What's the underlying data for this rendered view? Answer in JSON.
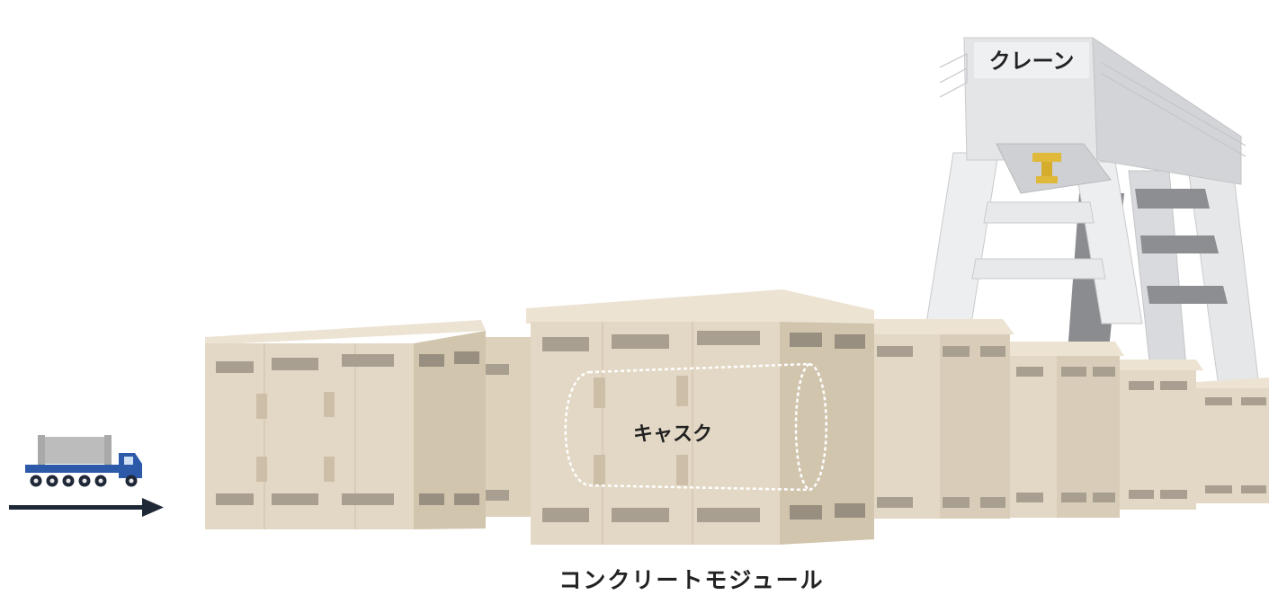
{
  "labels": {
    "crane": "クレーン",
    "cask": "キャスク",
    "modules": "コンクリートモジュール"
  },
  "colors": {
    "module_front": "#e3d8c5",
    "module_side": "#d2c5ae",
    "module_top": "#ece3d3",
    "vent": "#a89f90",
    "crane_light": "#e9eaec",
    "crane_mid": "#d7d8db",
    "crane_dark": "#8b8c8f",
    "hook": "#e0b93a",
    "truck_cab": "#2c5aa8",
    "truck_cargo": "#bcbcbc",
    "arrow": "#1f2836",
    "cask_outline": "#ffffff"
  },
  "icons": [
    "truck-icon",
    "arrow-right-icon",
    "crane-icon",
    "hook-icon"
  ]
}
